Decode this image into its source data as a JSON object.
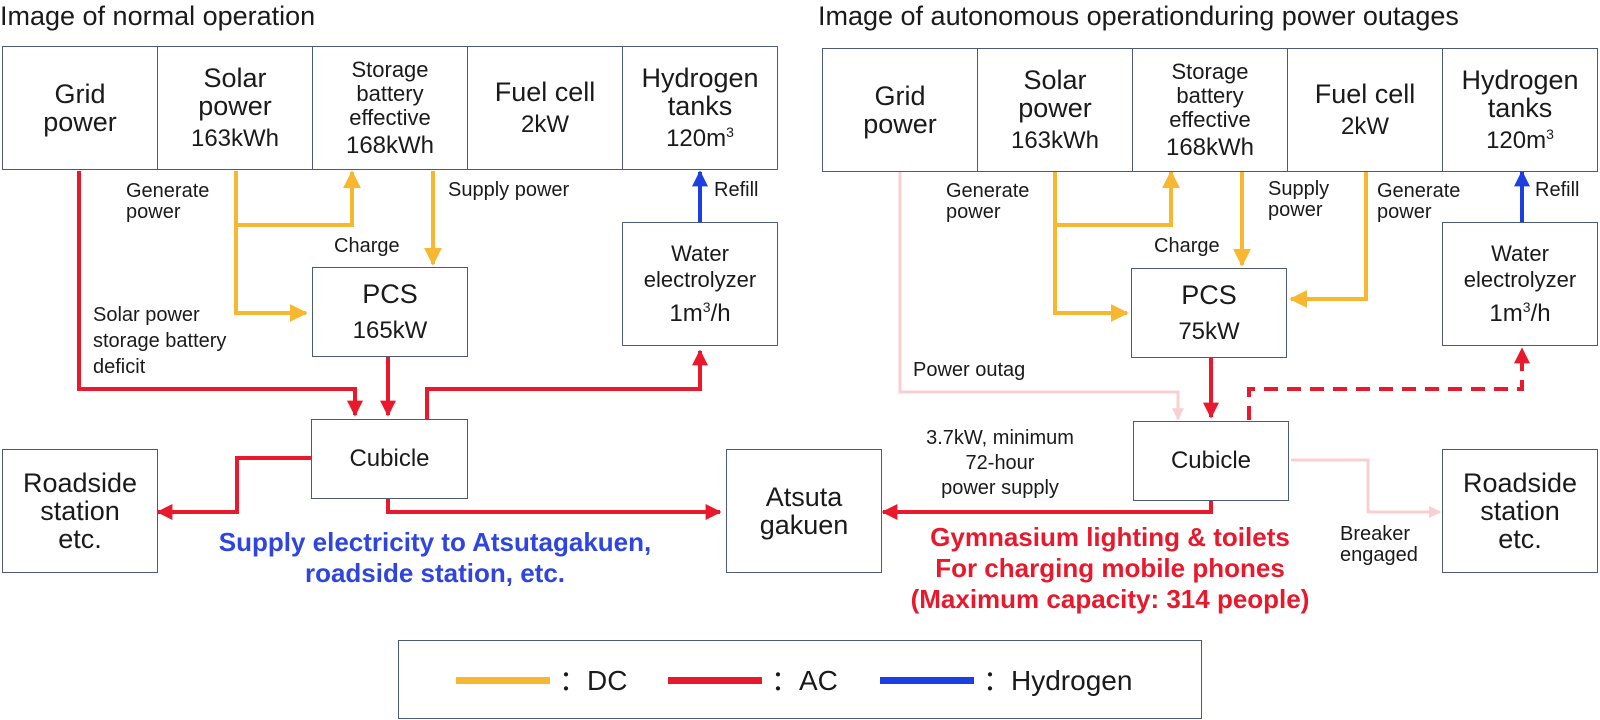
{
  "titles": {
    "left": "Image of normal operation",
    "right": "Image of autonomous operationduring power outages"
  },
  "left": {
    "grid": {
      "line1": "Grid",
      "line2": "power"
    },
    "solar": {
      "line1": "Solar",
      "line2": "power",
      "value": "163kWh"
    },
    "storage": {
      "line1": "Storage",
      "line2": "battery",
      "line3": "effective",
      "value": "168kWh"
    },
    "fuel": {
      "line1": "Fuel cell",
      "value": "2kW"
    },
    "hydrogen": {
      "line1": "Hydrogen",
      "line2": "tanks",
      "value": "120m",
      "value_sup": "3"
    },
    "pcs": {
      "name": "PCS",
      "value": "165kW"
    },
    "electrolyzer": {
      "line1": "Water",
      "line2": "electrolyzer",
      "value_a": "1m",
      "value_sup": "3",
      "value_b": "/h"
    },
    "cubicle": "Cubicle",
    "roadside": {
      "line1": "Roadside",
      "line2": "station",
      "line3": "etc."
    },
    "labels": {
      "generate_1": "Generate",
      "generate_2": "power",
      "charge": "Charge",
      "supply": "Supply power",
      "refill": "Refill",
      "deficit_1": "Solar power",
      "deficit_2": "storage battery",
      "deficit_3": "deficit"
    },
    "note": {
      "line1": "Supply electricity to Atsutagakuen,",
      "line2": "roadside station, etc."
    }
  },
  "center": {
    "atsuta": {
      "line1": "Atsuta",
      "line2": "gakuen"
    }
  },
  "right": {
    "grid": {
      "line1": "Grid",
      "line2": "power"
    },
    "solar": {
      "line1": "Solar",
      "line2": "power",
      "value": "163kWh"
    },
    "storage": {
      "line1": "Storage",
      "line2": "battery",
      "line3": "effective",
      "value": "168kWh"
    },
    "fuel": {
      "line1": "Fuel cell",
      "value": "2kW"
    },
    "hydrogen": {
      "line1": "Hydrogen",
      "line2": "tanks",
      "value": "120m",
      "value_sup": "3"
    },
    "pcs": {
      "name": "PCS",
      "value": "75kW"
    },
    "electrolyzer": {
      "line1": "Water",
      "line2": "electrolyzer",
      "value_a": "1m",
      "value_sup": "3",
      "value_b": "/h"
    },
    "cubicle": "Cubicle",
    "roadside": {
      "line1": "Roadside",
      "line2": "station",
      "line3": "etc."
    },
    "labels": {
      "generate_1": "Generate",
      "generate_2": "power",
      "supply_1": "Supply",
      "supply_2": "power",
      "generate_b_1": "Generate",
      "generate_b_2": "power",
      "charge": "Charge",
      "refill": "Refill",
      "outage": "Power outag",
      "supply_spec_1": "3.7kW, minimum",
      "supply_spec_2": "72-hour",
      "supply_spec_3": "power supply",
      "breaker_1": "Breaker",
      "breaker_2": "engaged"
    },
    "note": {
      "line1": "Gymnasium lighting & toilets",
      "line2": "For charging mobile phones",
      "line3": "(Maximum capacity: 314 people)"
    }
  },
  "legend": {
    "dc": "：DC",
    "ac": "：AC",
    "hydrogen": "：Hydrogen"
  },
  "colors": {
    "dc": "#f7b731",
    "ac": "#e8192c",
    "hydrogen": "#1d3fe0",
    "inactive_ac": "#f8cfd3",
    "box_border": "#4a5a78",
    "note_blue": "#2f45e0"
  }
}
